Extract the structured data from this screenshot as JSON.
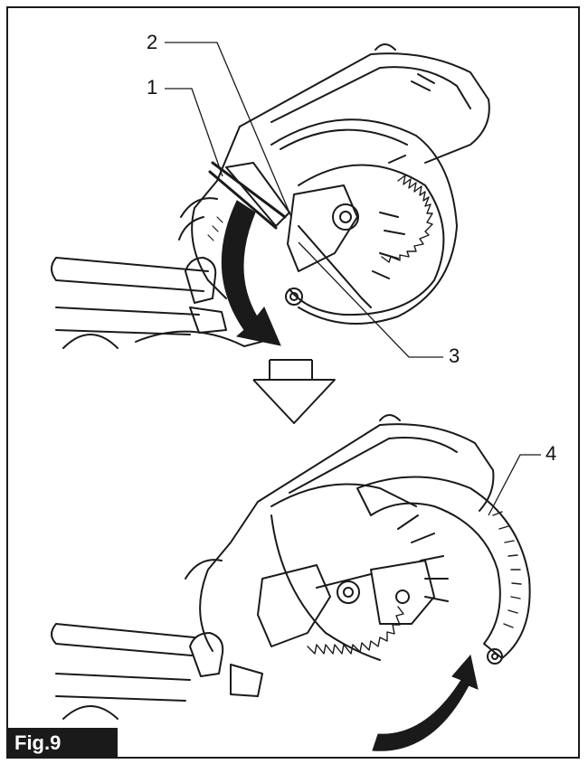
{
  "figure": {
    "label": "Fig.9",
    "callouts": [
      "1",
      "2",
      "3",
      "4"
    ]
  },
  "colors": {
    "ink": "#1a1a1a",
    "paper": "#ffffff"
  }
}
